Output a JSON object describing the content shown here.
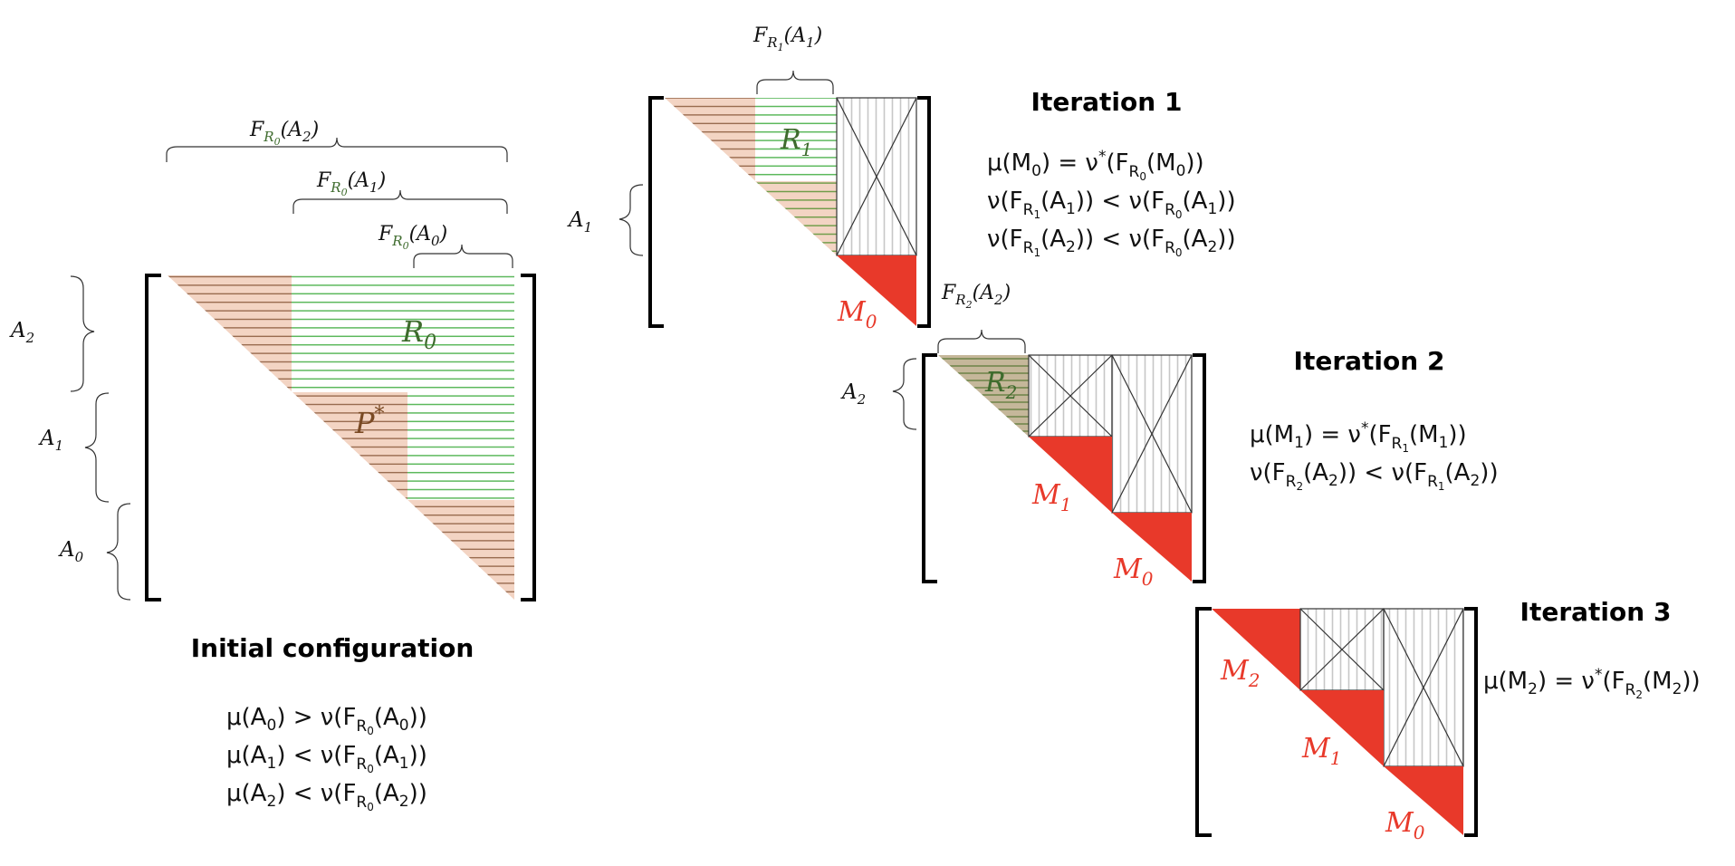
{
  "colors": {
    "bracket": "#000000",
    "hatch_green": "#5cb85c",
    "shade_pink": "#f3d4c3",
    "pink_line": "#8a5a3c",
    "stripe_gray": "#c7c7c7",
    "red": "#e8392a",
    "dark_green_text": "#3e6b2d",
    "brown_text": "#7a4a24",
    "black": "#111111"
  },
  "initial": {
    "title": "Initial configuration",
    "labels": {
      "r0": "R",
      "r0_sub": "0",
      "p_star": "P",
      "p_star_sup": "*",
      "a0": "A",
      "a0_sub": "0",
      "a1": "A",
      "a1_sub": "1",
      "a2": "A",
      "a2_sub": "2",
      "f_letter": "F",
      "f_sub_r": "R",
      "f_sub_0": "0",
      "f_a0_arg": "(A",
      "f_a0_sub": "0",
      "f_a1_arg": "(A",
      "f_a1_sub": "1",
      "f_a2_arg": "(A",
      "f_a2_sub": "2",
      "close": ")"
    },
    "eq1": {
      "a": "μ(A",
      "s1": "0",
      "b": ") > ν(F",
      "s2": "R",
      "s3": "0",
      "c": "(A",
      "s4": "0",
      "d": "))"
    },
    "eq2": {
      "a": "μ(A",
      "s1": "1",
      "b": ") < ν(F",
      "s2": "R",
      "s3": "0",
      "c": "(A",
      "s4": "1",
      "d": "))"
    },
    "eq3": {
      "a": "μ(A",
      "s1": "2",
      "b": ") < ν(F",
      "s2": "R",
      "s3": "0",
      "c": "(A",
      "s4": "2",
      "d": "))"
    }
  },
  "iter1": {
    "title": "Iteration 1",
    "r1": "R",
    "r1_sub": "1",
    "m0": "M",
    "m0_sub": "0",
    "a1": "A",
    "a1_sub": "1",
    "f_top": {
      "f": "F",
      "r": "R",
      "rs": "1",
      "arg": "(A",
      "as": "1",
      "close": ")"
    },
    "eq1": {
      "a": "μ(M",
      "s1": "0",
      "b": ") = ν",
      "star": "*",
      "c": "(F",
      "s2": "R",
      "s3": "0",
      "d": "(M",
      "s4": "0",
      "e": "))"
    },
    "eq2": {
      "a": "ν(F",
      "s1": "R",
      "s2": "1",
      "b": "(A",
      "s3": "1",
      "c": ")) < ν(F",
      "s4": "R",
      "s5": "0",
      "d": "(A",
      "s6": "1",
      "e": "))"
    },
    "eq3": {
      "a": "ν(F",
      "s1": "R",
      "s2": "1",
      "b": "(A",
      "s3": "2",
      "c": ")) < ν(F",
      "s4": "R",
      "s5": "0",
      "d": "(A",
      "s6": "2",
      "e": "))"
    }
  },
  "iter2": {
    "title": "Iteration 2",
    "r2": "R",
    "r2_sub": "2",
    "m1": "M",
    "m1_sub": "1",
    "m0": "M",
    "m0_sub": "0",
    "a2": "A",
    "a2_sub": "2",
    "f_top": {
      "f": "F",
      "r": "R",
      "rs": "2",
      "arg": "(A",
      "as": "2",
      "close": ")"
    },
    "eq1": {
      "a": "μ(M",
      "s1": "1",
      "b": ") = ν",
      "star": "*",
      "c": "(F",
      "s2": "R",
      "s3": "1",
      "d": "(M",
      "s4": "1",
      "e": "))"
    },
    "eq2": {
      "a": "ν(F",
      "s1": "R",
      "s2": "2",
      "b": "(A",
      "s3": "2",
      "c": ")) < ν(F",
      "s4": "R",
      "s5": "1",
      "d": "(A",
      "s6": "2",
      "e": "))"
    }
  },
  "iter3": {
    "title": "Iteration 3",
    "m2": "M",
    "m2_sub": "2",
    "m1": "M",
    "m1_sub": "1",
    "m0": "M",
    "m0_sub": "0",
    "eq1": {
      "a": "μ(M",
      "s1": "2",
      "b": ") = ν",
      "star": "*",
      "c": "(F",
      "s2": "R",
      "s3": "2",
      "d": "(M",
      "s4": "2",
      "e": "))"
    }
  }
}
